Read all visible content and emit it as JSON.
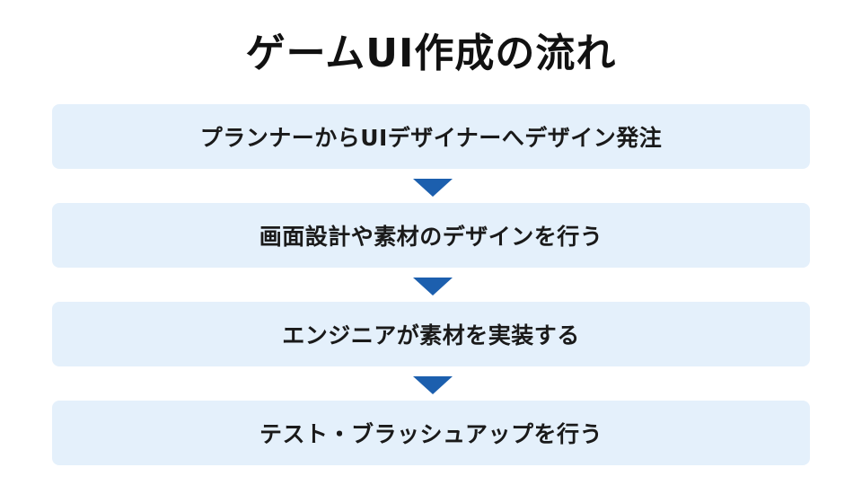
{
  "title": "ゲームUI作成の流れ",
  "steps": [
    {
      "label": "プランナーからUIデザイナーへデザイン発注"
    },
    {
      "label": "画面設計や素材のデザインを行う"
    },
    {
      "label": "エンジニアが素材を実装する"
    },
    {
      "label": "テスト・ブラッシュアップを行う"
    }
  ],
  "colors": {
    "box_fill": "#e4f0fb",
    "arrow": "#1c5fae",
    "text": "#111111"
  }
}
